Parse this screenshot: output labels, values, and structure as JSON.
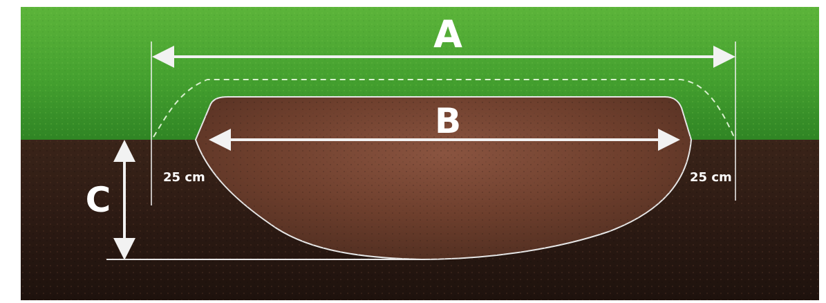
{
  "diagram": {
    "labels": {
      "total_width": "A",
      "pit_width": "B",
      "depth": "C",
      "left_margin": "25 cm",
      "right_margin": "25 cm"
    },
    "colors": {
      "grass": "#3e9a2c",
      "grass_light": "#5fb83c",
      "soil_dark": "#2b1a14",
      "soil_pit": "#6b3f2c",
      "line": "#f2f2f2",
      "background": "#ffffff"
    }
  }
}
